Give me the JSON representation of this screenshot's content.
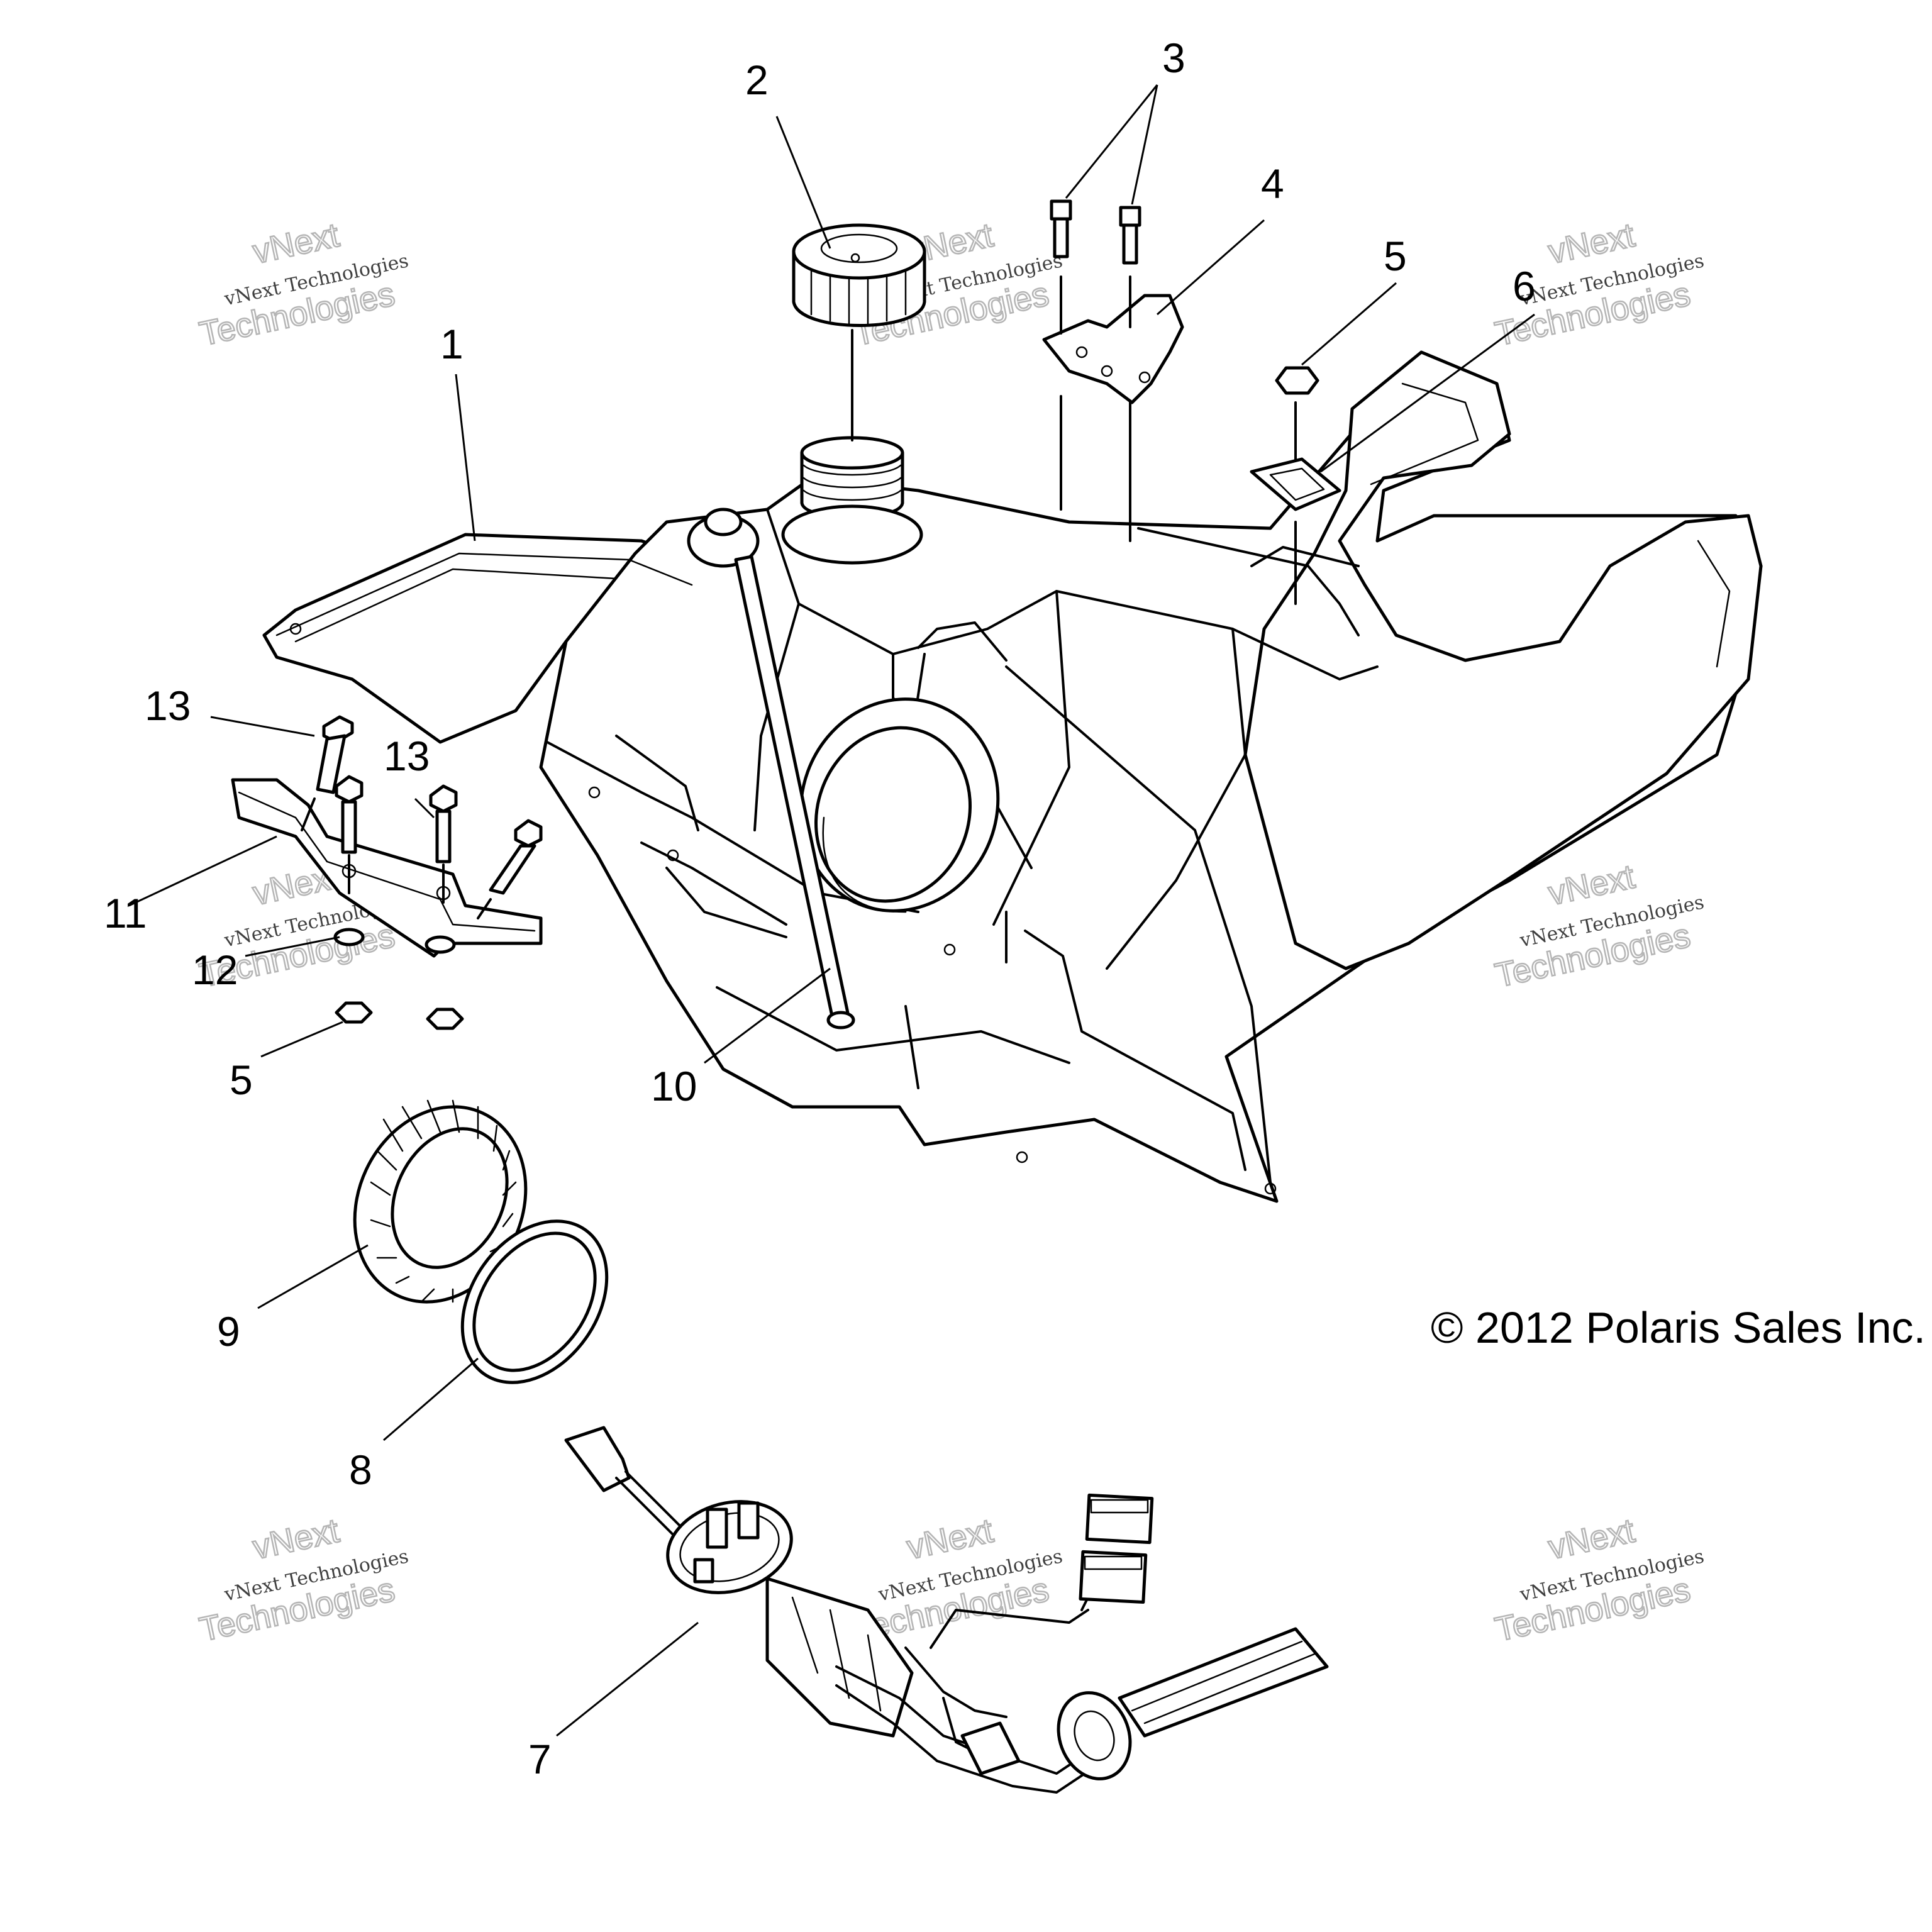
{
  "callouts": {
    "c1": "1",
    "c2": "2",
    "c3": "3",
    "c4": "4",
    "c5a": "5",
    "c6": "6",
    "c7": "7",
    "c8": "8",
    "c9": "9",
    "c10": "10",
    "c11": "11",
    "c12": "12",
    "c13a": "13",
    "c13b": "13",
    "c5b": "5"
  },
  "copyright": "© 2012 Polaris Sales Inc.",
  "watermark": {
    "line1": "vNext",
    "line2": "vNext Technologies",
    "line3": "Technologies"
  }
}
